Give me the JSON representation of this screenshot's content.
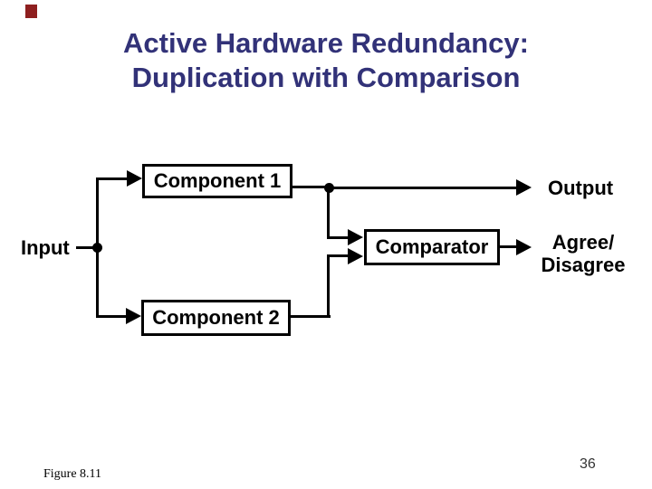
{
  "slide": {
    "accent_color": "#8E1F1F",
    "title": {
      "line1": "Active Hardware Redundancy:",
      "line2": "Duplication with Comparison",
      "color": "#323278"
    },
    "footer": {
      "figure_caption": "Figure 8.11",
      "page_number": "36"
    }
  },
  "diagram": {
    "line_color": "#000000",
    "boxes": {
      "component1": "Component 1",
      "comparator": "Comparator",
      "component2": "Component 2"
    },
    "labels": {
      "input": "Input",
      "output": "Output",
      "agree": "Agree/",
      "disagree": "Disagree"
    },
    "connections": [
      "input -> component1",
      "input -> component2",
      "component1 -> output",
      "component1 -> comparator",
      "component2 -> comparator",
      "comparator -> agree/disagree"
    ]
  }
}
